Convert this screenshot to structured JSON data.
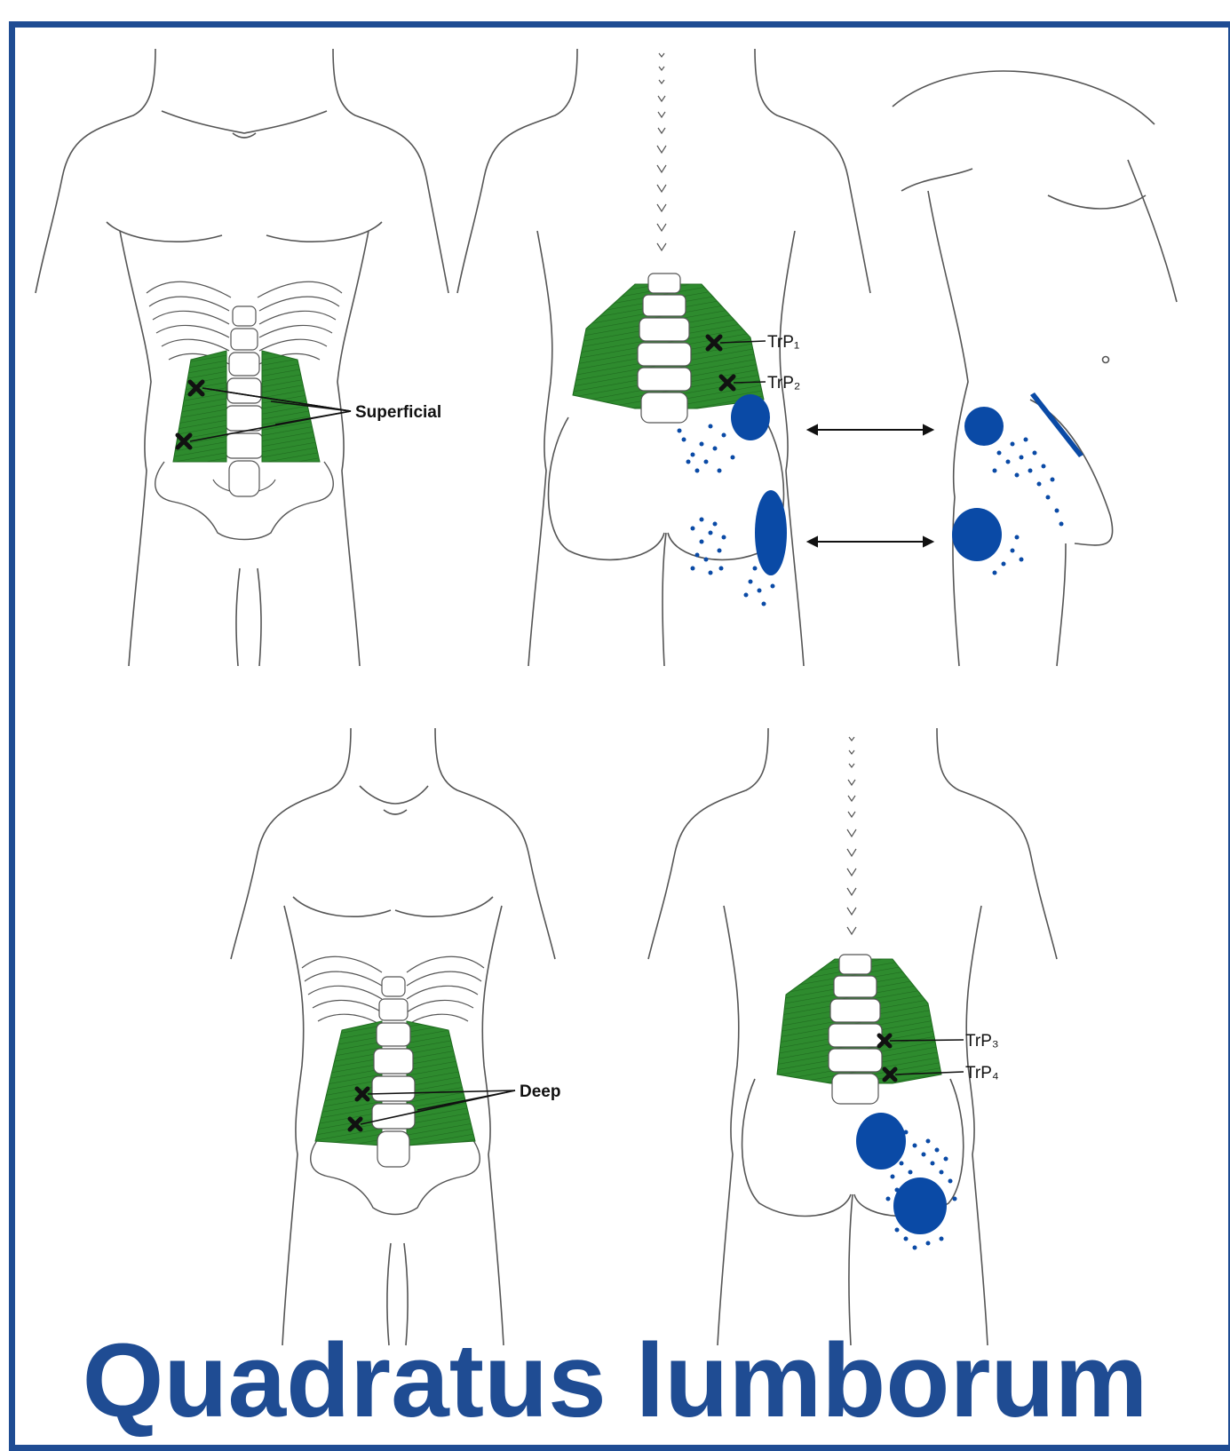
{
  "title": "Quadratus lumborum",
  "labels": {
    "superficial": "Superficial",
    "deep": "Deep",
    "trp1": "TrP₁",
    "trp2": "TrP₂",
    "trp3": "TrP₃",
    "trp4": "TrP₄"
  },
  "colors": {
    "frame": "#1f4c93",
    "title": "#1f4c93",
    "muscle": "#2e8b2e",
    "referred_pain": "#0a4aa6",
    "outline": "#555555"
  }
}
